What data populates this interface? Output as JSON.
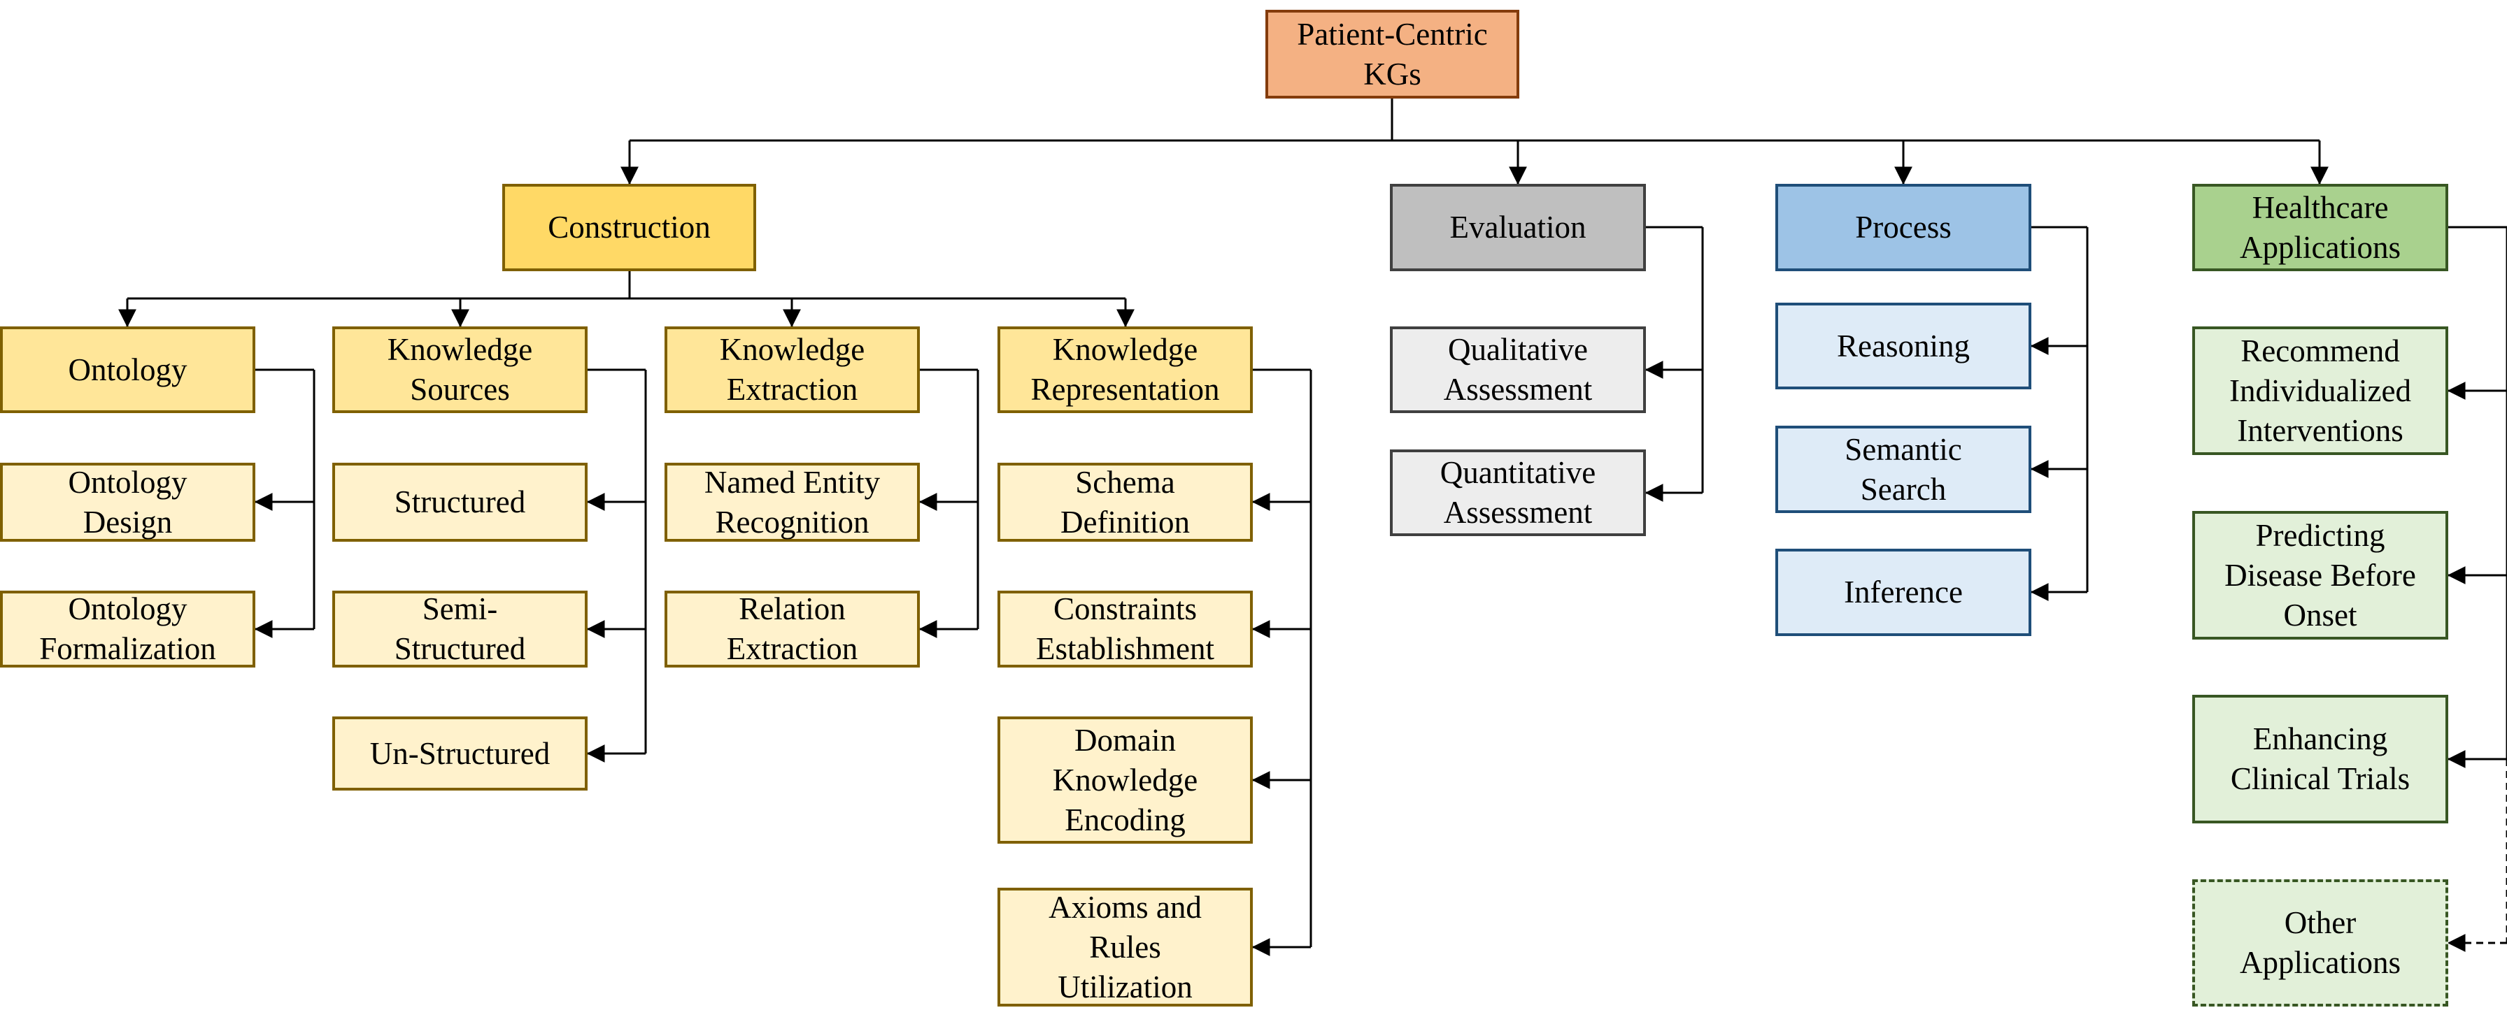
{
  "colors": {
    "root": {
      "fill": "#f4b183",
      "border": "#843c0c"
    },
    "construction": {
      "fill": "#ffd966",
      "border": "#7f6000"
    },
    "construction_sub": {
      "fill": "#ffe699",
      "border": "#7f6000"
    },
    "construction_leaf": {
      "fill": "#fff2cc",
      "border": "#7f6000"
    },
    "evaluation": {
      "fill": "#bfbfbf",
      "border": "#404040"
    },
    "evaluation_leaf": {
      "fill": "#ededed",
      "border": "#404040"
    },
    "process": {
      "fill": "#9dc3e6",
      "border": "#1f4e79"
    },
    "process_leaf": {
      "fill": "#deebf7",
      "border": "#1f4e79"
    },
    "healthcare": {
      "fill": "#a9d18e",
      "border": "#385723"
    },
    "healthcare_leaf": {
      "fill": "#e2f0d9",
      "border": "#385723"
    },
    "connector": "#000000"
  },
  "root": {
    "label": "Patient-Centric\nKGs"
  },
  "construction": {
    "label": "Construction",
    "ontology": {
      "label": "Ontology",
      "children": [
        "Ontology\nDesign",
        "Ontology\nFormalization"
      ]
    },
    "knowledge_sources": {
      "label": "Knowledge\nSources",
      "children": [
        "Structured",
        "Semi-\nStructured",
        "Un-Structured"
      ]
    },
    "knowledge_extraction": {
      "label": "Knowledge\nExtraction",
      "children": [
        "Named Entity\nRecognition",
        "Relation\nExtraction"
      ]
    },
    "knowledge_representation": {
      "label": "Knowledge\nRepresentation",
      "children": [
        "Schema\nDefinition",
        "Constraints\nEstablishment",
        "Domain\nKnowledge\nEncoding",
        "Axioms and\nRules\nUtilization"
      ]
    }
  },
  "evaluation": {
    "label": "Evaluation",
    "children": [
      "Qualitative\nAssessment",
      "Quantitative\nAssessment"
    ]
  },
  "process": {
    "label": "Process",
    "children": [
      "Reasoning",
      "Semantic\nSearch",
      "Inference"
    ]
  },
  "healthcare": {
    "label": "Healthcare\nApplications",
    "children": [
      "Recommend\nIndividualized\nInterventions",
      "Predicting\nDisease Before\nOnset",
      "Enhancing\nClinical Trials"
    ],
    "other": "Other\nApplications"
  }
}
